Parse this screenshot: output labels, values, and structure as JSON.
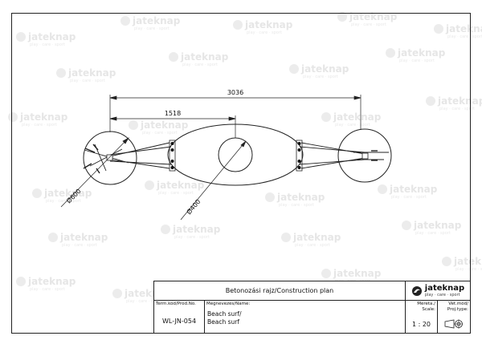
{
  "watermark": {
    "brand": "jateknap",
    "tagline": "play · care · sport"
  },
  "drawing": {
    "dim_total": "3036",
    "dim_half": "1518",
    "dia_small": "Ø600",
    "dia_center": "Ø400"
  },
  "title_block": {
    "title": "Betonozási rajz/Construction plan",
    "logo_brand": "jateknap",
    "logo_tagline": "play · care · sport",
    "code_header": "Term.kód/Prod.No.",
    "code_value": "WL-JN-054",
    "name_header": "Megnevezés/Name:",
    "name_line1": "Beach surf/",
    "name_line2": "Beach surf",
    "scale_header_1": "Méreta./",
    "scale_header_2": "Scale:",
    "scale_value": "1 : 20",
    "proj_header_1": "Vet.mód/",
    "proj_header_2": "Proj.type:"
  },
  "icons": {
    "logo": "swirl-logo-icon",
    "projection": "first-angle-projection-icon"
  }
}
